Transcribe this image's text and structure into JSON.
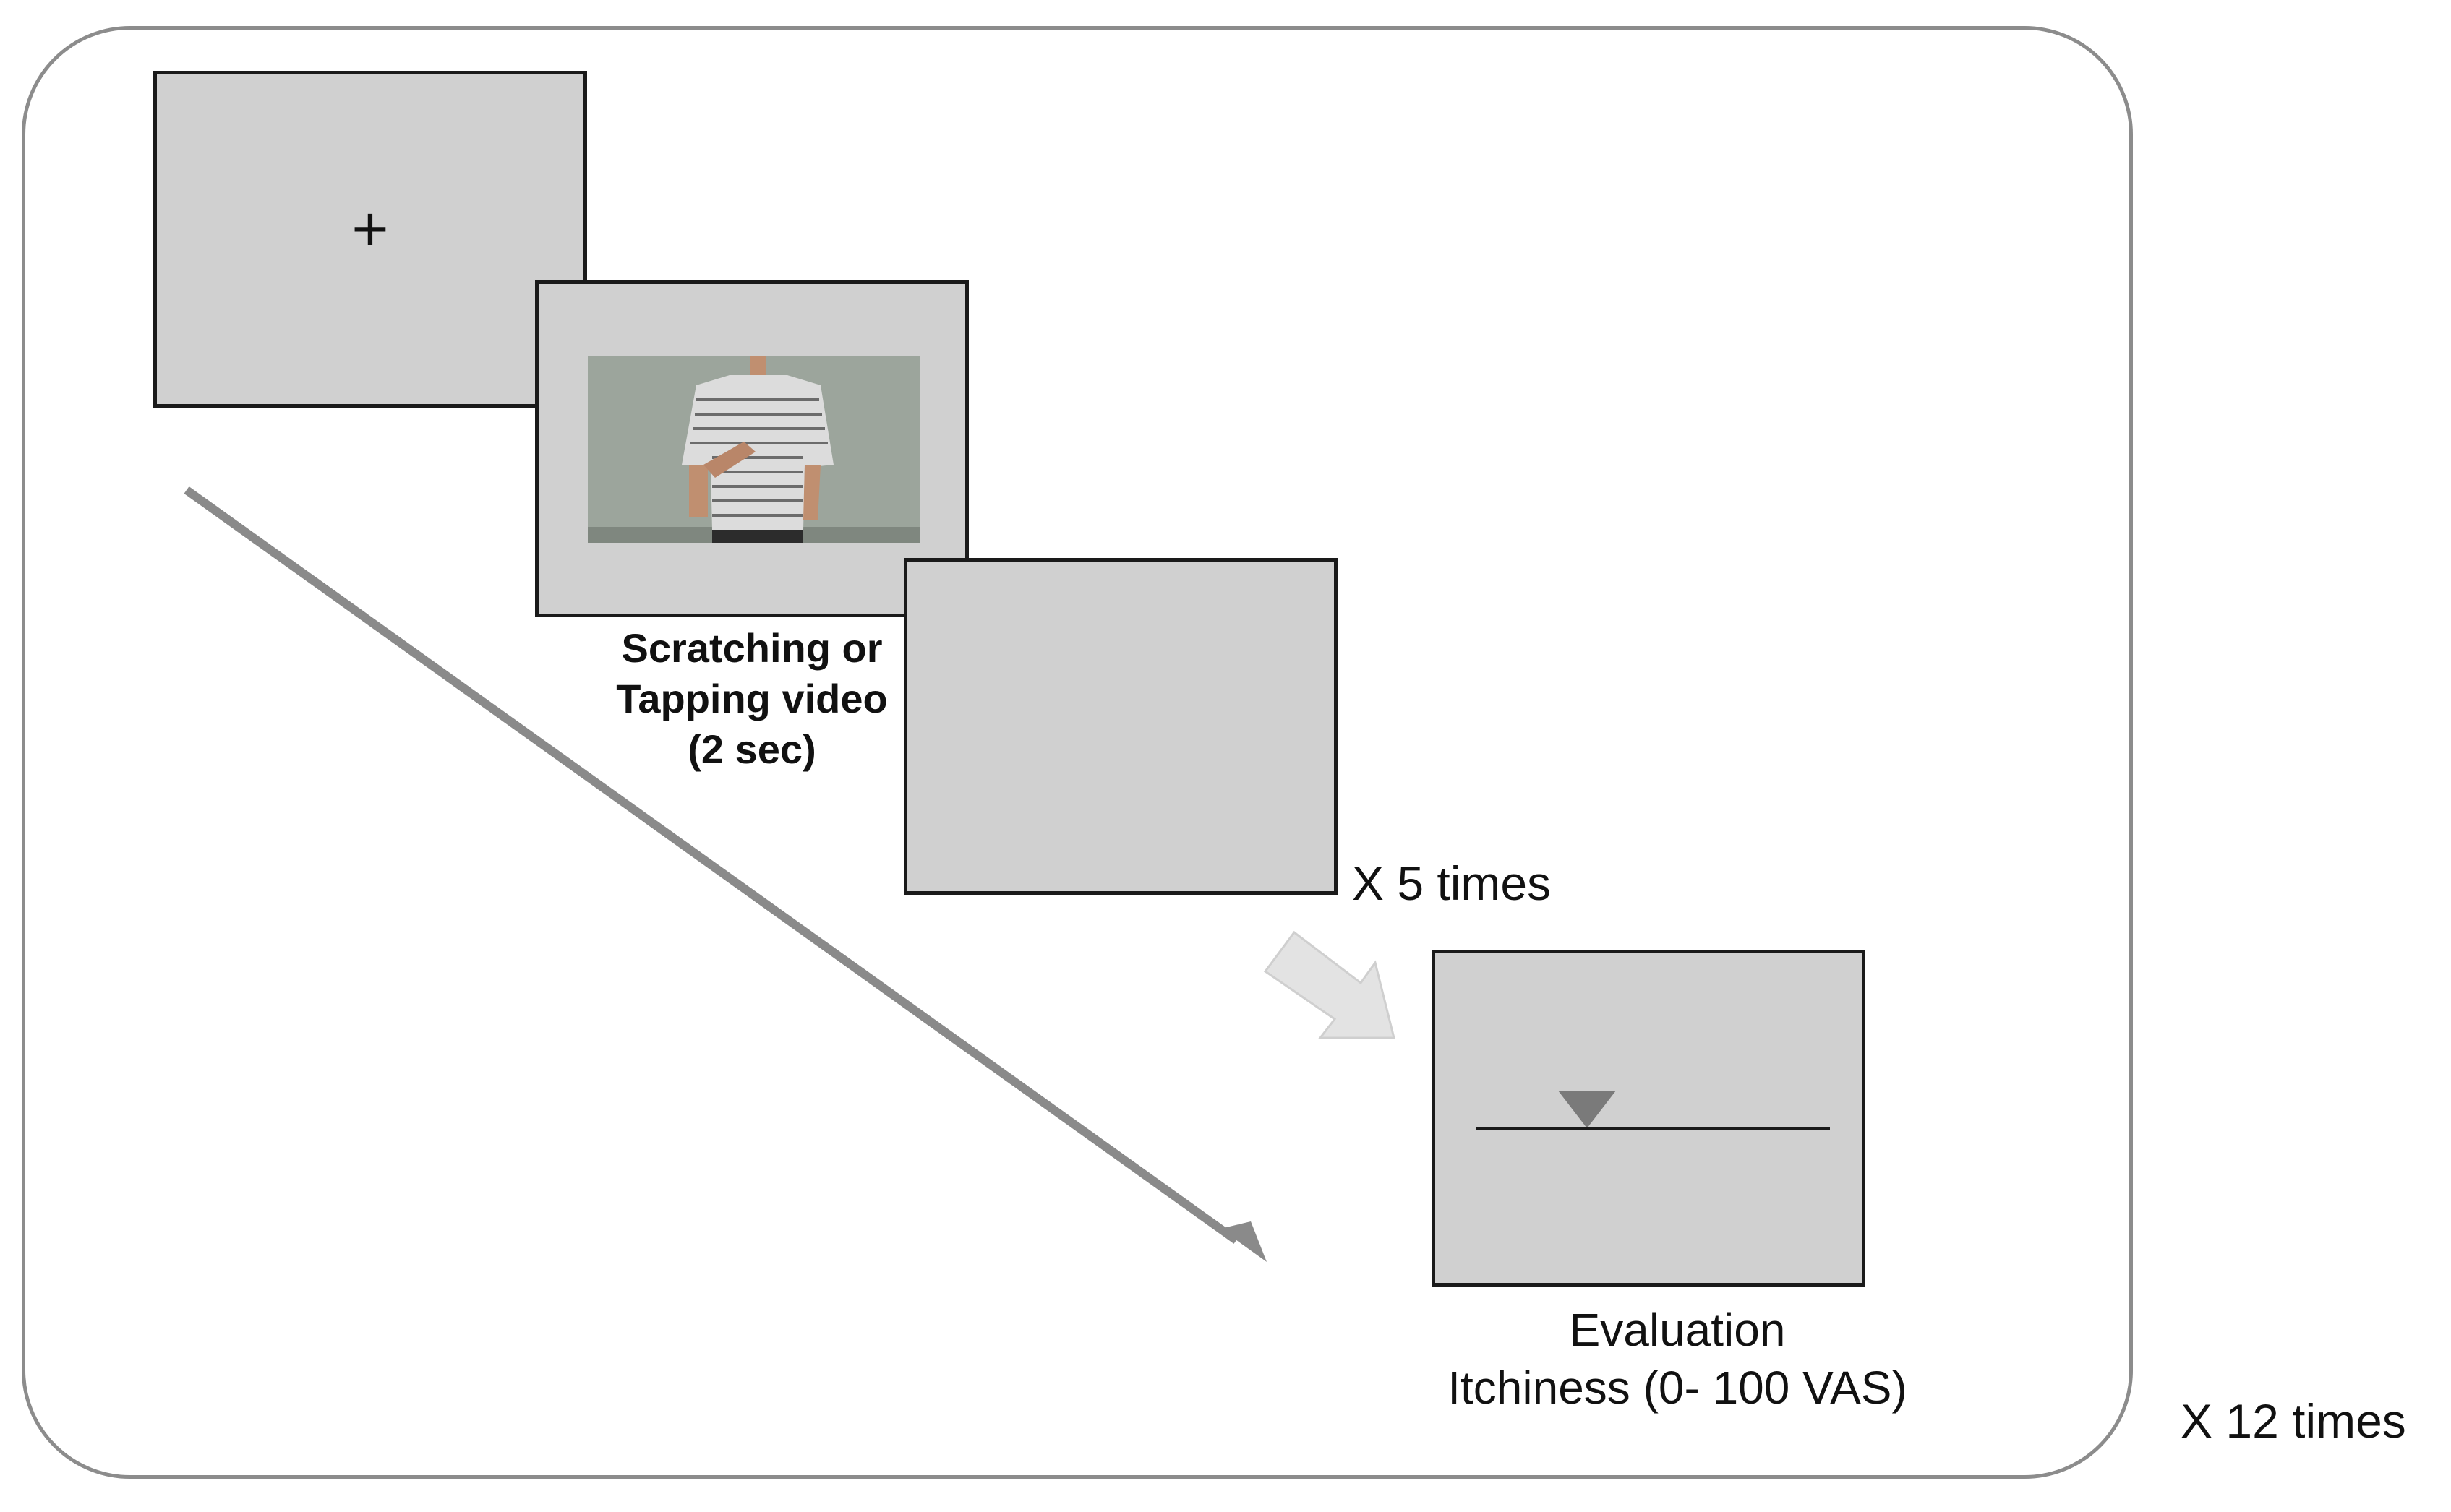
{
  "fixation": {
    "symbol": "+"
  },
  "video": {
    "caption_lines": [
      "Scratching or",
      "Tapping video",
      "(2 sec)"
    ]
  },
  "inner_repeat": "X 5 times",
  "evaluation": {
    "caption_lines": [
      "Evaluation",
      "Itchiness (0- 100 VAS)"
    ]
  },
  "outer_repeat": "X 12 times",
  "colors": {
    "screen": "#d0d0d0",
    "frame": "#8c8c8c",
    "time_arrow": "#8a8a8a",
    "flow_arrow": "#e0e0e0",
    "marker": "#7a7a7a"
  }
}
